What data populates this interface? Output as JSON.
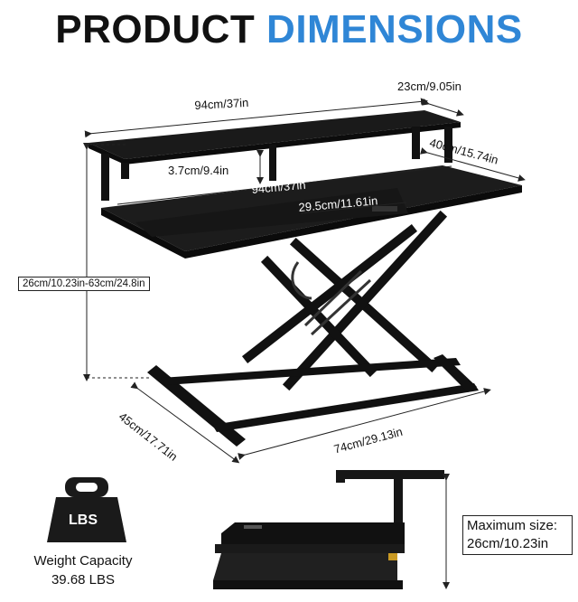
{
  "title": {
    "word1": "PRODUCT",
    "word2": "DIMENSIONS"
  },
  "colors": {
    "accent": "#2f86d6",
    "desk": "#141414"
  },
  "dimensions": {
    "top_width": "94cm/37in",
    "top_depth": "23cm/9.05in",
    "riser_gap": "3.7cm/9.4in",
    "desk_width": "94cm/37in",
    "desk_depth": "40cm/15.74in",
    "keyboard_tray": "29.5cm/11.61in",
    "height_range": "26cm/10.23in-63cm/24.8in",
    "base_depth": "45cm/17.71in",
    "base_width": "74cm/29.13in"
  },
  "weight": {
    "badge": "LBS",
    "label_line1": "Weight Capacity",
    "label_line2": "39.68 LBS",
    "icon": "weight-icon"
  },
  "max_size": {
    "line1": "Maximum size:",
    "line2": "26cm/10.23in"
  }
}
